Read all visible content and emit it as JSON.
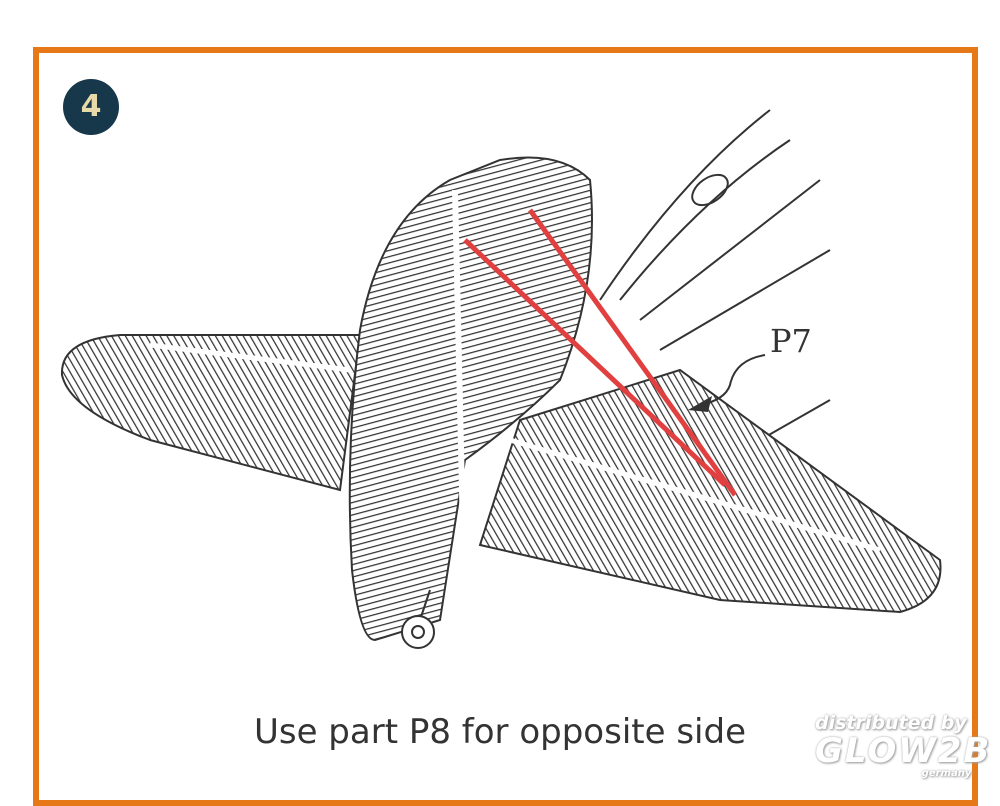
{
  "step_number": "4",
  "part_label": "P7",
  "caption": "Use part P8 for opposite side",
  "watermark": {
    "line1": "distributed by",
    "line2": "GLOW2B",
    "line3": "germany"
  },
  "colors": {
    "frame": "#e67817",
    "badge": "#17374a",
    "badge_text": "#e8d9a8",
    "strut": "#e0403f"
  }
}
